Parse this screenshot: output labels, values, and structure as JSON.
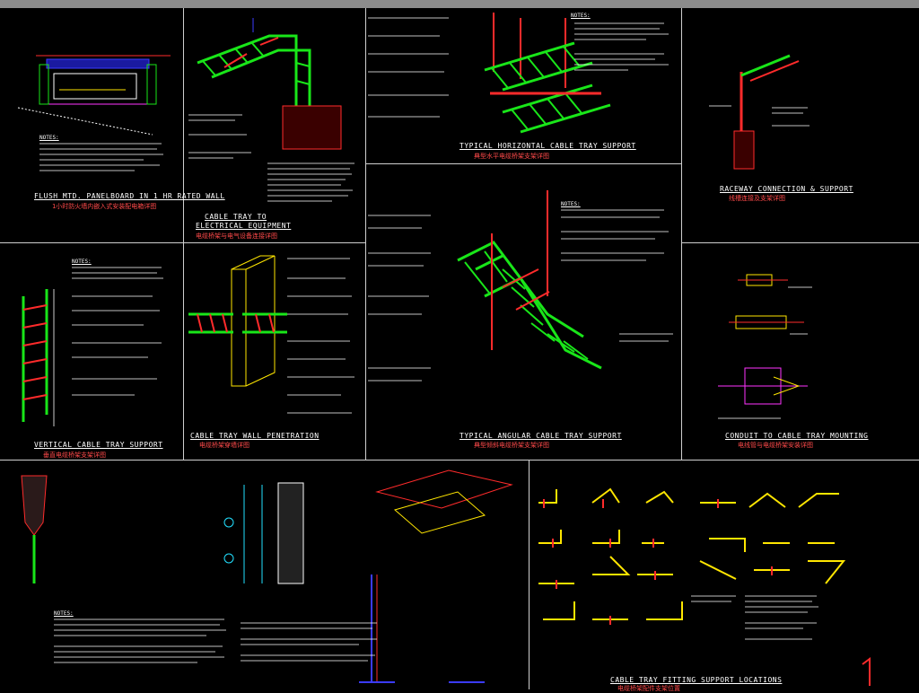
{
  "panels": {
    "flush_panelboard": {
      "title": "FLUSH MTD. PANELBOARD IN 1 HR RATED WALL",
      "subtitle": "1小时防火墙内嵌入式安装配电箱详图"
    },
    "cable_tray_equipment": {
      "title": "CABLE TRAY TO",
      "title2": "ELECTRICAL EQUIPMENT",
      "subtitle": "电缆桥架与电气设备连接详图"
    },
    "horizontal_support": {
      "title": "TYPICAL HORIZONTAL CABLE TRAY SUPPORT",
      "subtitle": "典型水平电缆桥架支架详图"
    },
    "raceway_connection": {
      "title": "RACEWAY CONNECTION & SUPPORT",
      "subtitle": "线槽连接及支架详图"
    },
    "vertical_support": {
      "title": "VERTICAL CABLE TRAY SUPPORT",
      "subtitle": "垂直电缆桥架支架详图"
    },
    "wall_penetration": {
      "title": "CABLE TRAY WALL PENETRATION",
      "subtitle": "电缆桥架穿墙详图"
    },
    "angular_support": {
      "title": "TYPICAL ANGULAR CABLE TRAY SUPPORT",
      "subtitle": "典型倾斜电缆桥架支架详图"
    },
    "conduit_mounting": {
      "title": "CONDUIT TO CABLE TRAY MOUNTING",
      "subtitle": "电线管与电缆桥架安装详图"
    },
    "fitting_locations": {
      "title": "CABLE TRAY FITTING SUPPORT LOCATIONS",
      "subtitle": "电缆桥架配件支架位置"
    }
  },
  "notes_heading": "NOTES:",
  "colors": {
    "tray": "#19e619",
    "rung": "#ff2b2b",
    "text": "#ffffff",
    "accent": "#ffe600",
    "cyan": "#22e0ff",
    "magenta": "#ff33ff",
    "blue": "#3b3bff",
    "frame": "#cfcfcf"
  }
}
